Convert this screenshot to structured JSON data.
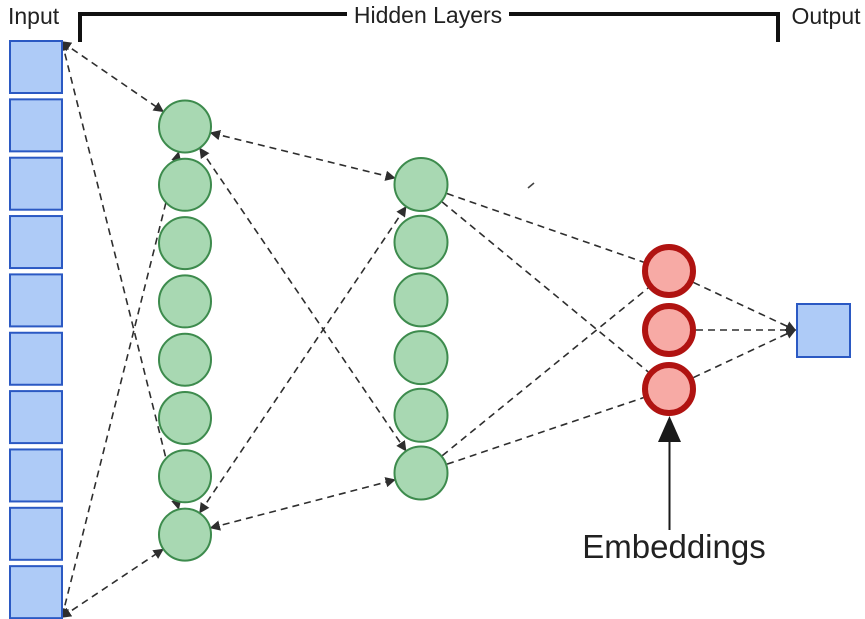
{
  "labels": {
    "input": "Input",
    "hidden_layers": "Hidden Layers",
    "output": "Output",
    "embeddings": "Embeddings"
  },
  "colors": {
    "input_fill": "#aecbf7",
    "input_stroke": "#2b59c3",
    "hidden_fill": "#a8d8b2",
    "hidden_stroke": "#3d8b4d",
    "embedding_fill": "#f7aaa5",
    "embedding_stroke": "#b01311",
    "connector": "#2e2e2e",
    "bracket": "#111111",
    "text": "#212121"
  },
  "network": {
    "layers": [
      {
        "id": "input",
        "role": "input",
        "shape": "square",
        "count": 10
      },
      {
        "id": "hidden1",
        "role": "hidden",
        "shape": "circle",
        "count": 8
      },
      {
        "id": "hidden2",
        "role": "hidden",
        "shape": "circle",
        "count": 6
      },
      {
        "id": "embeddings",
        "role": "embedding",
        "shape": "circle",
        "count": 3
      },
      {
        "id": "output",
        "role": "output",
        "shape": "square",
        "count": 1
      }
    ],
    "connections": [
      {
        "from": "input-corner-top",
        "to": "hidden1:0",
        "arrows": "both"
      },
      {
        "from": "input-corner-top",
        "to": "hidden1:7",
        "arrows": "both"
      },
      {
        "from": "input-corner-bottom",
        "to": "hidden1:0",
        "arrows": "both"
      },
      {
        "from": "input-corner-bottom",
        "to": "hidden1:7",
        "arrows": "both"
      },
      {
        "from": "hidden1:0",
        "to": "hidden2:0",
        "arrows": "both"
      },
      {
        "from": "hidden1:0",
        "to": "hidden2:5",
        "arrows": "both"
      },
      {
        "from": "hidden1:7",
        "to": "hidden2:0",
        "arrows": "both"
      },
      {
        "from": "hidden1:7",
        "to": "hidden2:5",
        "arrows": "both"
      },
      {
        "from": "hidden2:0",
        "to": "embeddings:0",
        "arrows": "none"
      },
      {
        "from": "hidden2:0",
        "to": "embeddings:2",
        "arrows": "none"
      },
      {
        "from": "hidden2:5",
        "to": "embeddings:0",
        "arrows": "none"
      },
      {
        "from": "hidden2:5",
        "to": "embeddings:2",
        "arrows": "none"
      },
      {
        "from": "embeddings:0",
        "to": "output-left",
        "arrows": "to"
      },
      {
        "from": "embeddings:1",
        "to": "output-left",
        "arrows": "to"
      },
      {
        "from": "embeddings:2",
        "to": "output-left",
        "arrows": "to"
      }
    ]
  }
}
